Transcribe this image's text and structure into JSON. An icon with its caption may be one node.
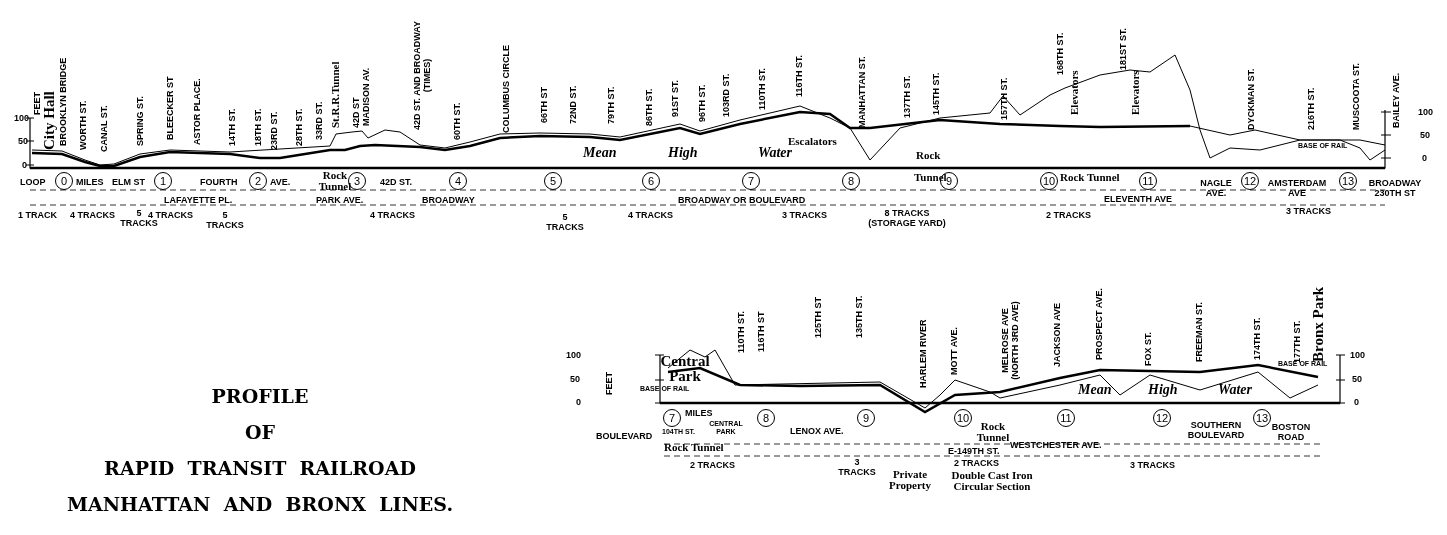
{
  "diagram": {
    "title": "PROFILE OF RAPID TRANSIT RAILROAD MANHATTAN AND BRONX LINES.",
    "nodes": [
      {
        "text": [
          "0"
        ]
      },
      {
        "text": [
          "1"
        ]
      },
      {
        "text": [
          "2"
        ]
      },
      {
        "text": [
          "3"
        ]
      },
      {
        "text": [
          "4"
        ]
      },
      {
        "text": [
          "5"
        ]
      },
      {
        "text": [
          "6"
        ]
      },
      {
        "text": [
          "7"
        ]
      },
      {
        "text": [
          "8"
        ]
      },
      {
        "text": [
          "9"
        ]
      },
      {
        "text": [
          "10"
        ]
      },
      {
        "text": [
          "11"
        ]
      },
      {
        "text": [
          "12"
        ]
      },
      {
        "text": [
          "13"
        ]
      },
      {
        "text": [
          "7"
        ]
      },
      {
        "text": [
          "8"
        ]
      },
      {
        "text": [
          "9"
        ]
      },
      {
        "text": [
          "10"
        ]
      },
      {
        "text": [
          "11"
        ]
      },
      {
        "text": [
          "12"
        ]
      },
      {
        "text": [
          "13"
        ]
      }
    ],
    "labels": [
      "FEET",
      "100",
      "50",
      "0",
      "City Hall",
      "BROOKLYN BRIDGE",
      "WORTH ST.",
      "CANAL ST.",
      "SPRING ST.",
      "BLEECKER ST",
      "ASTOR PLACE.",
      "14TH ST.",
      "18TH ST.",
      "23RD ST.",
      "28TH ST.",
      "33RD ST.",
      "St.R.R.Tunnel",
      "42D ST",
      "MADISON AV.",
      "42D ST. AND BROADWAY (TIMES)",
      "60TH ST.",
      "COLUMBUS CIRCLE",
      "66TH ST",
      "72ND ST.",
      "79TH ST.",
      "86TH ST.",
      "91ST ST.",
      "96TH ST.",
      "103RD ST.",
      "110TH ST.",
      "116TH ST.",
      "MANHATTAN ST.",
      "137TH ST.",
      "145TH ST.",
      "157TH ST.",
      "168TH ST.",
      "Elevators",
      "181ST ST.",
      "Elevators",
      "DYCKMAN ST.",
      "216TH ST.",
      "MUSCOOTA ST.",
      "BAILEY AVE.",
      "100",
      "50",
      "0",
      "Escalators",
      "Mean",
      "High",
      "Water",
      "Rock",
      "BASE OF RAIL",
      "LOOP",
      "MILES",
      "ELM ST",
      "FOURTH",
      "AVE.",
      "Rock Tunnel",
      "42D ST.",
      "Tunnel",
      "Rock Tunnel",
      "NAGLE AVE.",
      "AMSTERDAM AVE",
      "BROADWAY 230TH ST",
      "LAFAYETTE PL.",
      "PARK AVE.",
      "BROADWAY",
      "BROADWAY OR BOULEVARD",
      "ELEVENTH AVE",
      "1 TRACK",
      "4 TRACKS",
      "5 TRACKS",
      "4 TRACKS",
      "5 TRACKS",
      "4 TRACKS",
      "5 TRACKS",
      "4 TRACKS",
      "3 TRACKS",
      "8 TRACKS (STORAGE YARD)",
      "2 TRACKS",
      "3 TRACKS",
      "FEET",
      "100",
      "50",
      "0",
      "Central Park",
      "110TH ST.",
      "116TH ST",
      "125TH ST",
      "135TH ST.",
      "HARLEM RIVER",
      "MOTT AVE.",
      "MELROSE AVE (NORTH 3RD AVE)",
      "JACKSON AVE",
      "PROSPECT AVE.",
      "FOX ST.",
      "FREEMAN ST.",
      "174TH ST.",
      "177TH ST.",
      "Bronx Park",
      "100",
      "50",
      "0",
      "BASE OF RAIL",
      "BASE OF RAIL",
      "Mean",
      "High",
      "Water",
      "BOULEVARD",
      "MILES",
      "104TH ST.",
      "CENTRAL PARK",
      "Rock Tunnel",
      "LENOX AVE.",
      "Rock Tunnel",
      "E-149TH ST.",
      "WESTCHESTER AVE.",
      "SOUTHERN BOULEVARD",
      "BOSTON ROAD",
      "2 TRACKS",
      "3 TRACKS",
      "Private Property",
      "2 TRACKS",
      "Double Cast Iron Circular Section",
      "3 TRACKS"
    ]
  }
}
